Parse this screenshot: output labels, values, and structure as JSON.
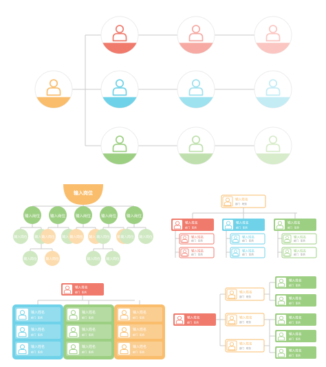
{
  "colors": {
    "red": "#f07a6c",
    "red_light": "#f7b3ad",
    "orange": "#f9bd6c",
    "orange_light": "#fcdcae",
    "blue": "#6fd2e8",
    "blue_light": "#b4e7f2",
    "green": "#9dcf83",
    "green_light": "#cfe8c2",
    "line": "#c8c8c8"
  },
  "icons": {
    "person": "person-icon"
  },
  "org_b": {
    "title": "输入岗位",
    "level2": [
      "输入岗位",
      "输入岗位",
      "输入岗位",
      "输入岗位",
      "输入岗位"
    ],
    "level3": [
      "输入岗位",
      "输入岗位",
      "输入岗位",
      "输入岗位",
      "输入岗位",
      "输入岗位",
      "输入岗位",
      "输入岗位",
      "输入岗位",
      "输入岗位"
    ],
    "level4": [
      "输入岗位",
      "输入岗位",
      "输入岗位",
      "输入岗位"
    ]
  },
  "card": {
    "name": "输入姓名",
    "dept": "部门",
    "role": "职务"
  }
}
